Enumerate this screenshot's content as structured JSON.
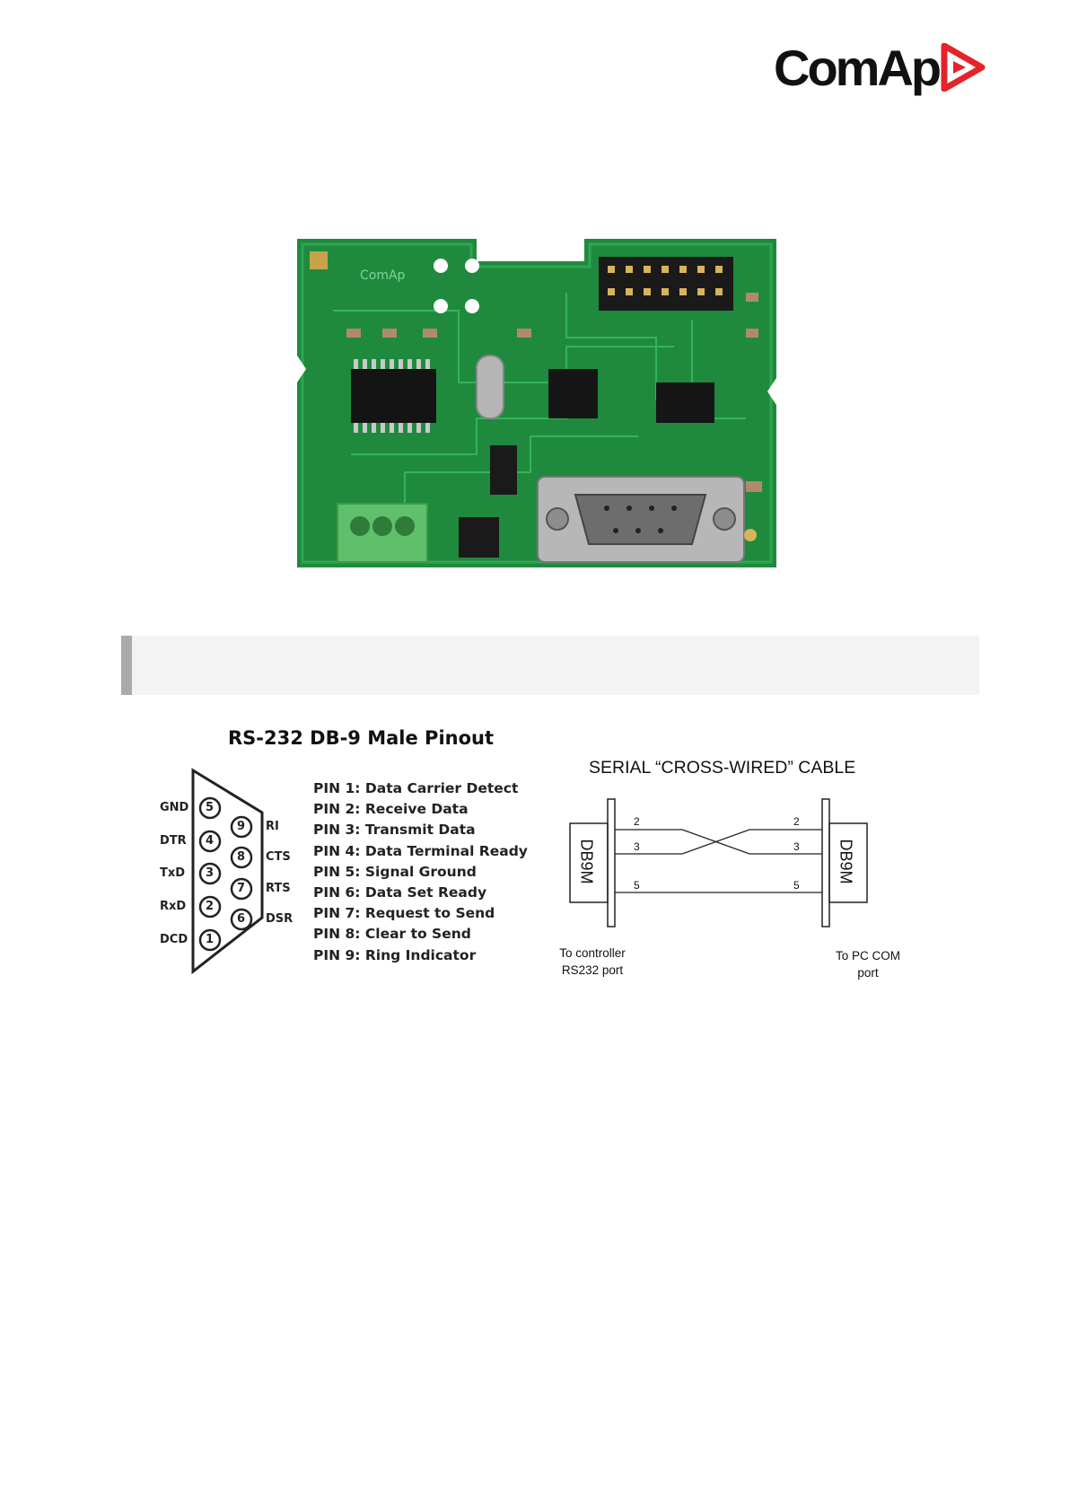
{
  "logo": {
    "text": "ComAp",
    "accent_color": "#e4232b"
  },
  "photo": {
    "icon": "pcb-board-photo",
    "board_color": "#1f8a3e"
  },
  "pinout": {
    "title": "RS-232 DB-9 Male Pinout",
    "left_labels": [
      "GND",
      "DTR",
      "TxD",
      "RxD",
      "DCD"
    ],
    "left_pins": [
      "5",
      "4",
      "3",
      "2",
      "1"
    ],
    "right_labels": [
      "RI",
      "CTS",
      "RTS",
      "DSR"
    ],
    "right_pins": [
      "9",
      "8",
      "7",
      "6"
    ],
    "pins": [
      "PIN 1: Data Carrier Detect",
      "PIN 2: Receive Data",
      "PIN 3: Transmit Data",
      "PIN 4: Data Terminal Ready",
      "PIN 5: Signal Ground",
      "PIN 6: Data Set Ready",
      "PIN 7: Request to Send",
      "PIN 8: Clear to Send",
      "PIN 9: Ring Indicator"
    ]
  },
  "cable": {
    "title": "SERIAL “CROSS-WIRED” CABLE",
    "left_connector": "DB9M",
    "right_connector": "DB9M",
    "left_numbers": [
      "2",
      "3",
      "5"
    ],
    "right_numbers": [
      "2",
      "3",
      "5"
    ],
    "left_caption_line1": "To controller",
    "left_caption_line2": "RS232 port",
    "right_caption_line1": "To PC COM",
    "right_caption_line2": "port"
  }
}
